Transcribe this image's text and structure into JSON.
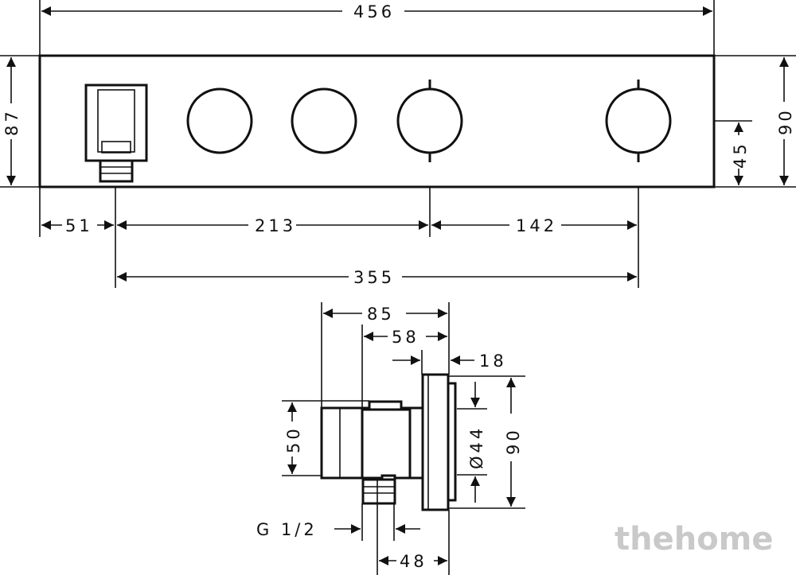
{
  "front_view": {
    "overall_width": "456",
    "height_left": "87",
    "height_right": "90",
    "center_height": "45",
    "offset_left": "51",
    "spacing_1": "213",
    "spacing_2": "142",
    "span_total": "355"
  },
  "side_view": {
    "depth_total": "85",
    "depth_body": "58",
    "plate_thickness": "18",
    "body_height": "50",
    "diameter": "Ø44",
    "plate_height": "90",
    "thread": "G 1/2",
    "outlet_offset": "48"
  },
  "watermark": "thehome"
}
